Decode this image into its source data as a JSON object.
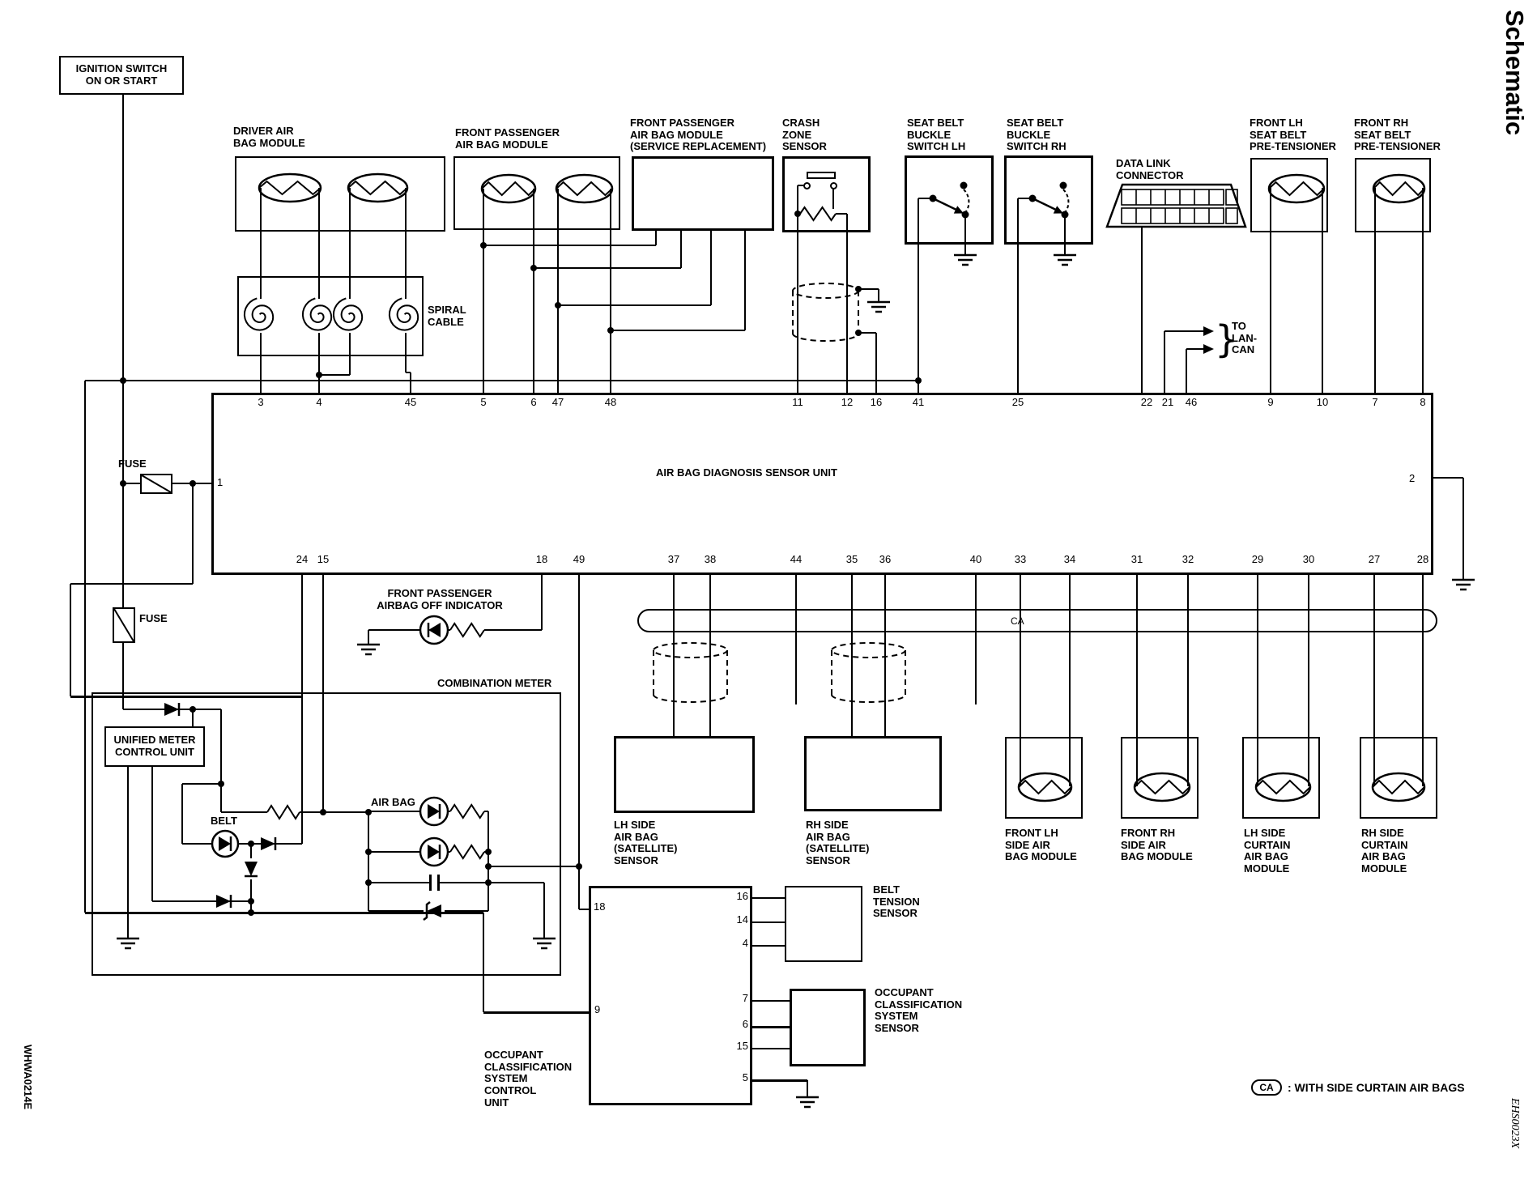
{
  "title": "Schematic",
  "footer_codes": {
    "left": "WHWA0214E",
    "right": "EHS0023X"
  },
  "legend": {
    "badge": "CA",
    "text": ": WITH SIDE CURTAIN AIR BAGS"
  },
  "power": {
    "ignition_switch": "IGNITION SWITCH\nON OR START",
    "fuse_a": "FUSE",
    "fuse_b": "FUSE"
  },
  "unit": {
    "label": "AIR BAG DIAGNOSIS SENSOR UNIT",
    "left_pin": "1",
    "right_pin": "2",
    "top_pins": [
      "3",
      "4",
      "45",
      "5",
      "6",
      "47",
      "48",
      "11",
      "12",
      "16",
      "41",
      "25",
      "22",
      "21",
      "46",
      "9",
      "10",
      "7",
      "8"
    ],
    "bottom_pins": [
      "24",
      "15",
      "18",
      "49",
      "37",
      "38",
      "44",
      "35",
      "36",
      "40",
      "33",
      "34",
      "31",
      "32",
      "29",
      "30",
      "27",
      "28"
    ]
  },
  "ca_bus_label": "CA",
  "components": {
    "driver_module": "DRIVER AIR\nBAG MODULE",
    "spiral_cable": "SPIRAL\nCABLE",
    "fp_module": "FRONT PASSENGER\nAIR BAG MODULE",
    "service_module": "FRONT PASSENGER\nAIR BAG MODULE\n(SERVICE REPLACEMENT)",
    "crash_sensor": "CRASH\nZONE\nSENSOR",
    "buckle_lh": "SEAT BELT\nBUCKLE\nSWITCH LH",
    "buckle_rh": "SEAT BELT\nBUCKLE\nSWITCH RH",
    "data_link": "DATA LINK\nCONNECTOR",
    "pre_lh": "FRONT LH\nSEAT BELT\nPRE-TENSIONER",
    "pre_rh": "FRONT RH\nSEAT BELT\nPRE-TENSIONER",
    "to_lan_can": "TO\nLAN-\nCAN",
    "off_indicator": "FRONT PASSENGER\nAIRBAG OFF INDICATOR",
    "combination_meter": "COMBINATION METER",
    "umcu": "UNIFIED METER\nCONTROL UNIT",
    "belt_lamp": "BELT",
    "airbag_lamp": "AIR BAG",
    "lh_satellite": "LH SIDE\nAIR BAG\n(SATELLITE)\nSENSOR",
    "rh_satellite": "RH SIDE\nAIR BAG\n(SATELLITE)\nSENSOR",
    "front_lh_side_module": "FRONT LH\nSIDE AIR\nBAG MODULE",
    "front_rh_side_module": "FRONT RH\nSIDE AIR\nBAG MODULE",
    "lh_curtain_module": "LH SIDE\nCURTAIN\nAIR BAG\nMODULE",
    "rh_curtain_module": "RH SIDE\nCURTAIN\nAIR BAG\nMODULE",
    "ocs_control_unit": "OCCUPANT\nCLASSIFICATION\nSYSTEM\nCONTROL\nUNIT",
    "belt_tension_sensor": "BELT\nTENSION\nSENSOR",
    "ocs_sensor": "OCCUPANT\nCLASSIFICATION\nSYSTEM\nSENSOR"
  },
  "ocs_pins": {
    "left": [
      "18",
      "9"
    ],
    "right_top": [
      "16",
      "14",
      "4"
    ],
    "right_mid": [
      "7",
      "6",
      "15"
    ],
    "bottom": [
      "5"
    ]
  }
}
